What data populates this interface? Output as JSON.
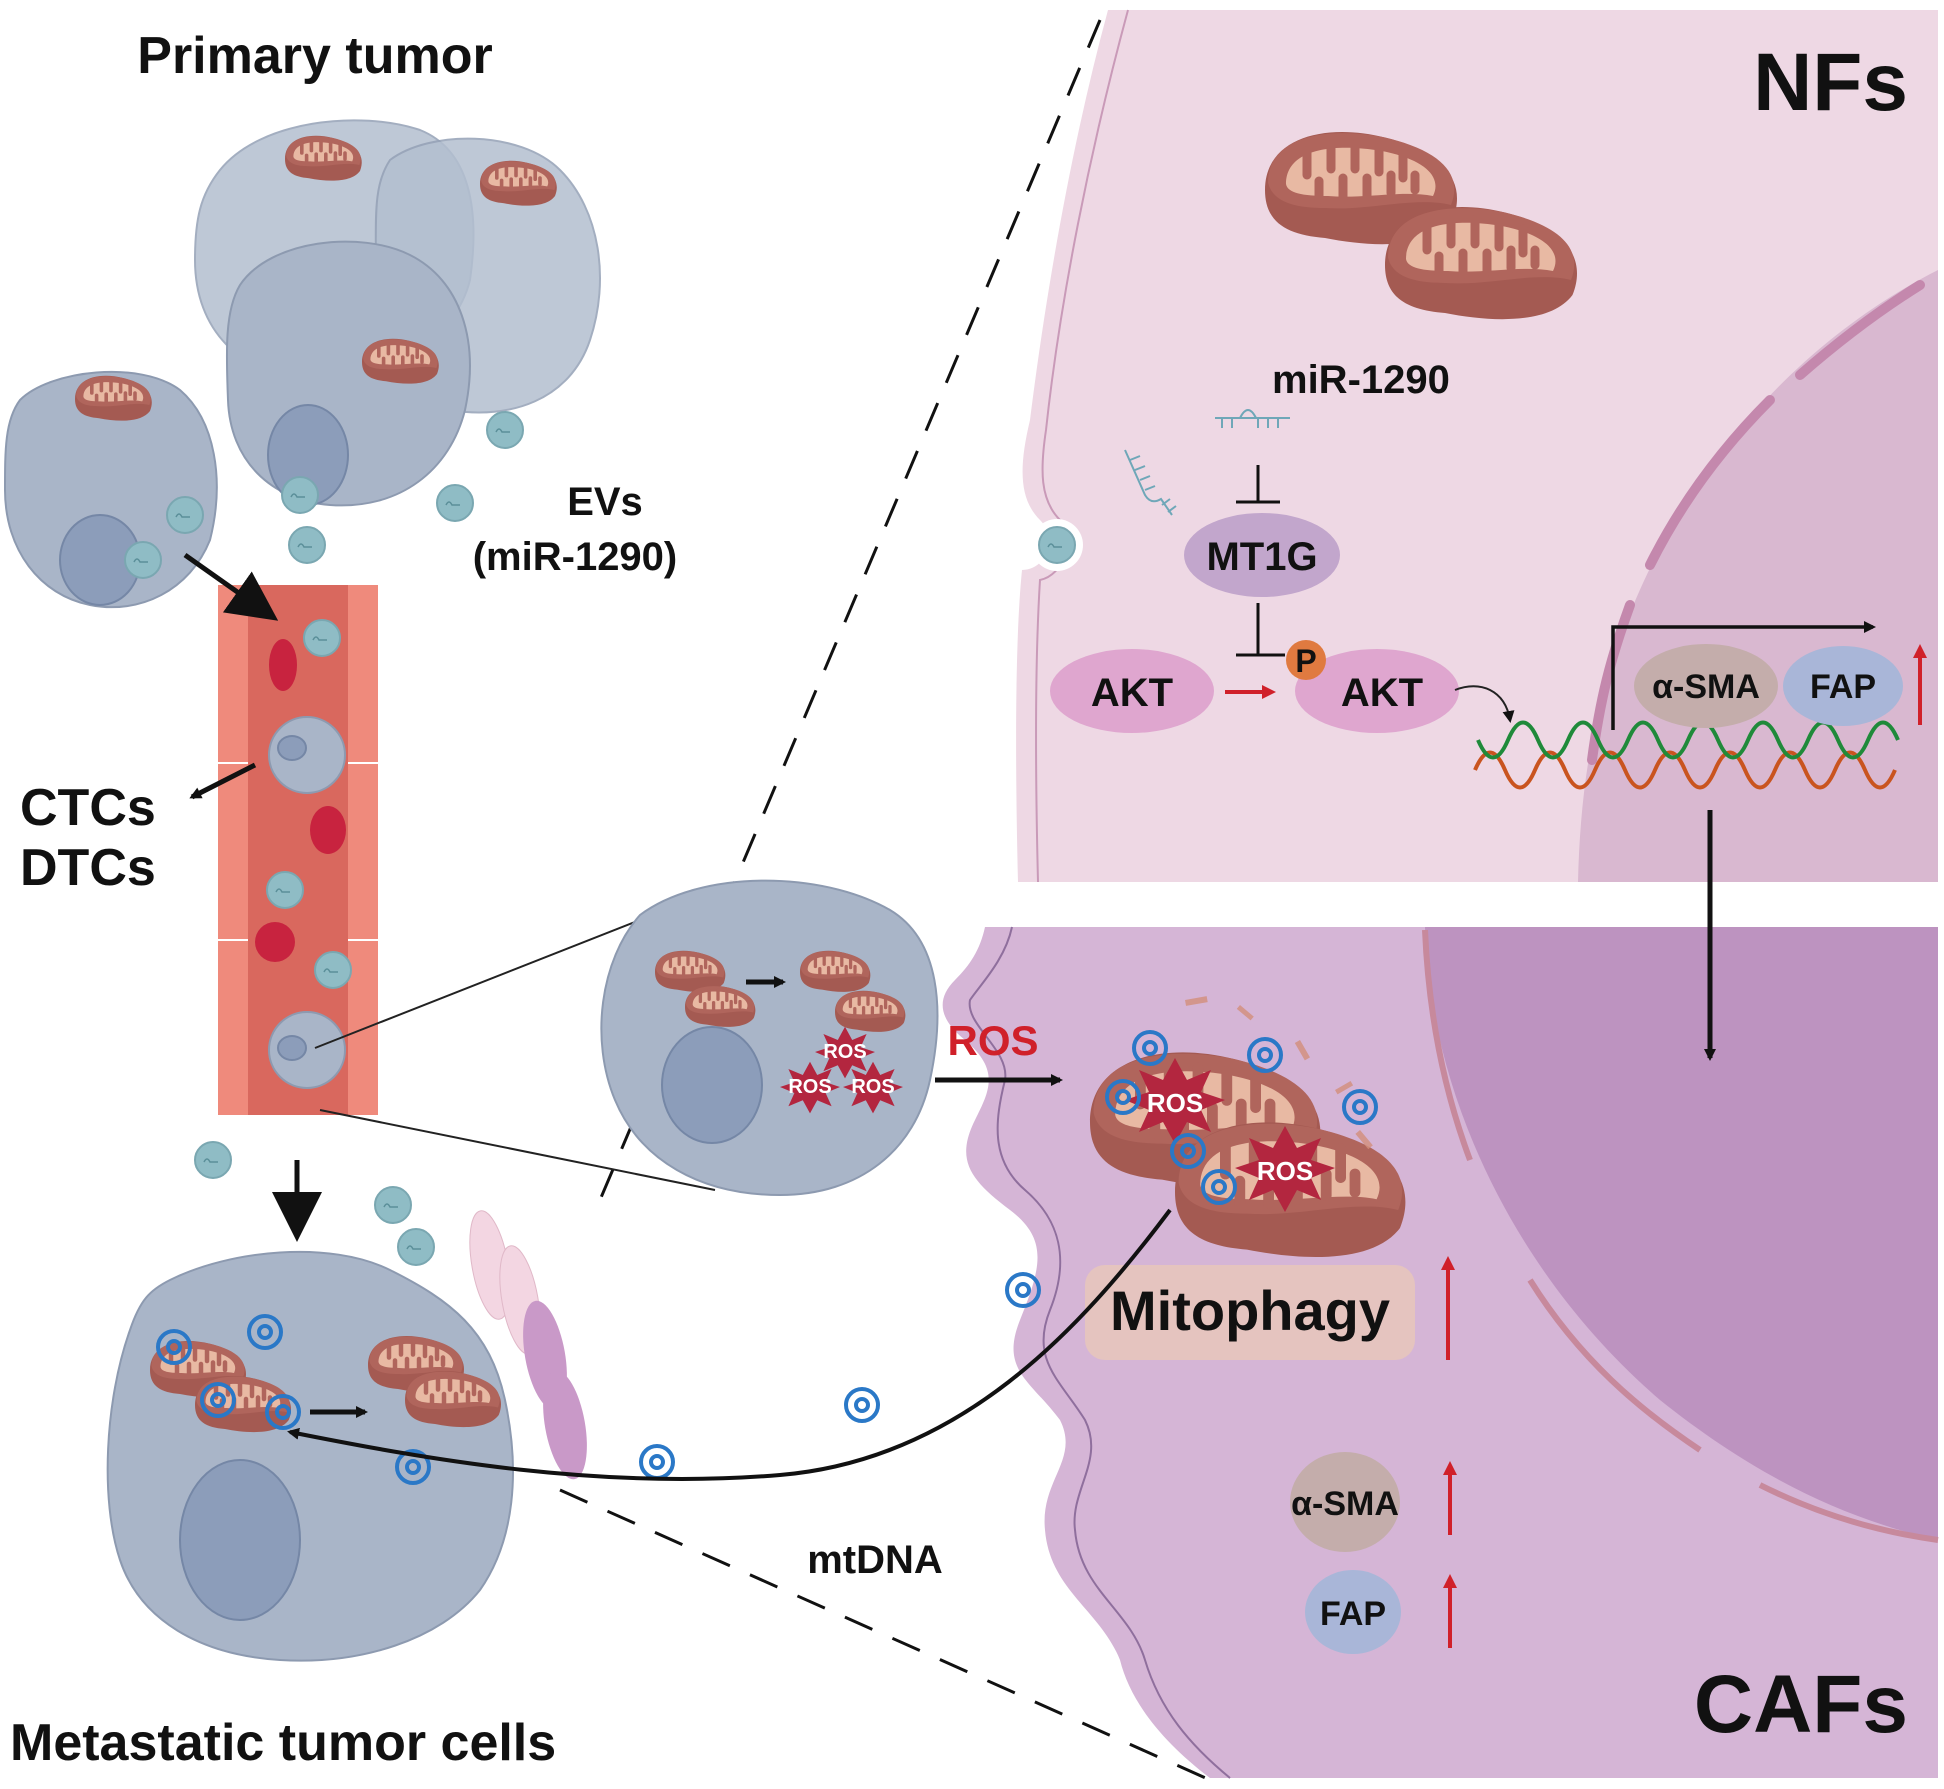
{
  "figure": {
    "title": "EV miR-1290 mediated NF-to-CAF conversion and mtDNA transfer",
    "labels": {
      "primary_tumor": "Primary tumor",
      "evs_line1": "EVs",
      "evs_line2": "(miR-1290)",
      "ctcs": "CTCs",
      "dtcs": "DTCs",
      "metastatic": "Metastatic tumor cells",
      "mtdna": "mtDNA",
      "ros_transfer": "ROS",
      "nfs": "NFs",
      "cafs": "CAFs"
    },
    "nf_panel": {
      "mirna_label": "miR-1290",
      "mt1g": "MT1G",
      "akt": "AKT",
      "p_akt": "AKT",
      "phospho": "P",
      "gene_a": "α-SMA",
      "gene_b": "FAP"
    },
    "caf_panel": {
      "mitophagy": "Mitophagy",
      "ros_a": "ROS",
      "ros_b": "ROS",
      "marker_a": "α-SMA",
      "marker_b": "FAP"
    },
    "tumor_cell_ros": [
      "ROS",
      "ROS",
      "ROS"
    ],
    "colors": {
      "nf_panel": "#eed8e4",
      "nf_nucleus": "#d9b8d0",
      "caf_panel": "#d5b5d6",
      "caf_nucleus": "#bd93c0",
      "tumor_cell": "#a9b5c8",
      "vessel": "#d9685e",
      "ros_star": "#b3263f",
      "up_arrow": "#d0202a",
      "mtdna": "#2a78c7"
    }
  }
}
